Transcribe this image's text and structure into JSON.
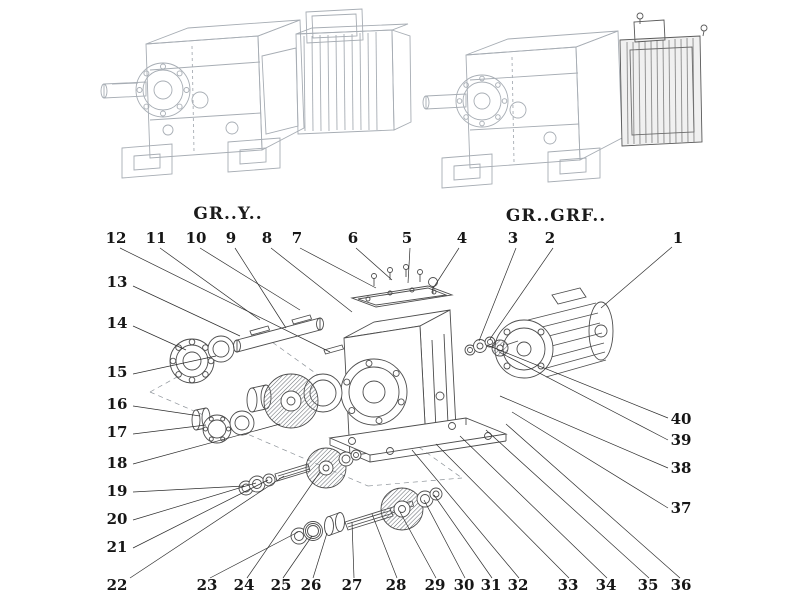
{
  "models": {
    "left_label": "GR..Y..",
    "right_label": "GR..GRF.."
  },
  "callouts": [
    "1",
    "2",
    "3",
    "4",
    "5",
    "6",
    "7",
    "8",
    "9",
    "10",
    "11",
    "12",
    "13",
    "14",
    "15",
    "16",
    "17",
    "18",
    "19",
    "20",
    "21",
    "22",
    "23",
    "24",
    "25",
    "26",
    "27",
    "28",
    "29",
    "30",
    "31",
    "32",
    "33",
    "34",
    "35",
    "36",
    "37",
    "38",
    "39",
    "40"
  ],
  "colors": {
    "line_light": "#a7adb4",
    "line_dark": "#4d4d4d",
    "leader": "#2e2e2e",
    "text": "#161616"
  }
}
